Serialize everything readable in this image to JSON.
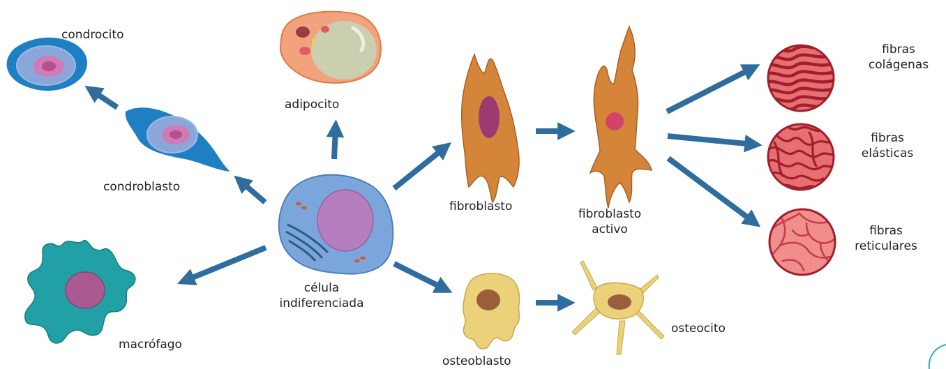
{
  "labels": {
    "condrocito": "condrocito",
    "condroblasto": "condroblasto",
    "adipocito": "adipocito",
    "macrofago": "macrófago",
    "celula_line1": "célula",
    "celula_line2": "indiferenciada",
    "fibroblasto": "fibroblasto",
    "fibroblasto_activo_line1": "fibroblasto",
    "fibroblasto_activo_line2": "activo",
    "osteoblasto": "osteoblasto",
    "osteocito": "osteocito",
    "colagenas_line1": "fibras",
    "colagenas_line2": "colágenas",
    "elasticas_line1": "fibras",
    "elasticas_line2": "elásticas",
    "reticulares_line1": "fibras",
    "reticulares_line2": "reticulares"
  },
  "colors": {
    "arrow": "#2e6d9e",
    "chondro_outer": "#1f7fc3",
    "chondro_inner": "#8aa7d9",
    "chondro_nucleus": "#c0579a",
    "undiff_cell": "#7ba6db",
    "undiff_nucleus": "#b57fbd",
    "fibroblast": "#d5853a",
    "fibroblast_nucleus": "#9e3a72",
    "osteo": "#ebd27a",
    "osteo_nucleus": "#9b5e3c",
    "macrophage": "#21a0a6",
    "macrophage_nucleus": "#a95b91",
    "fiber_circle": "#e76f71",
    "fiber_stroke": "#a11f2c"
  }
}
